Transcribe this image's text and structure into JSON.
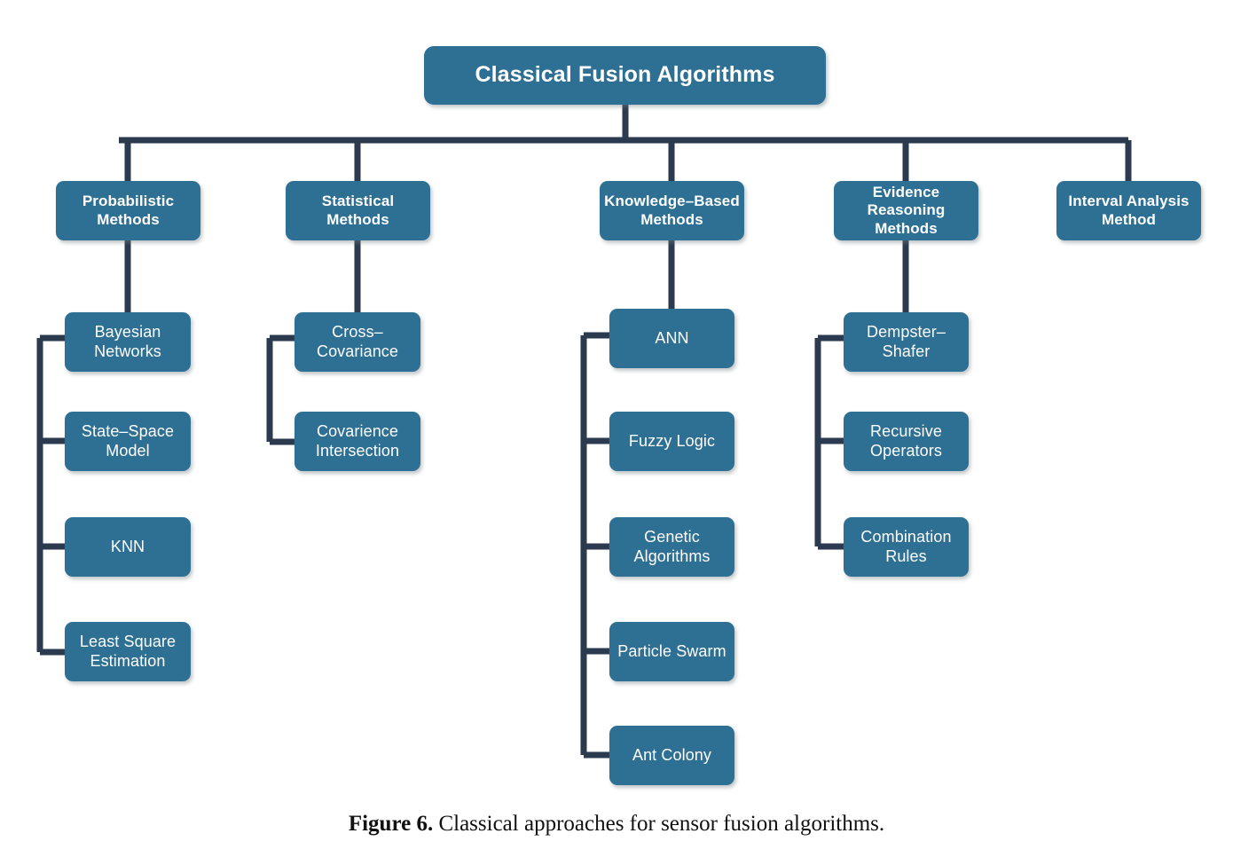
{
  "figure": {
    "caption_label": "Figure 6.",
    "caption_text": " Classical approaches for sensor fusion algorithms.",
    "node_fill_color": "#2e6f94",
    "connector_color": "#2b3a4e",
    "text_color": "#ffffff",
    "background_color": "#ffffff"
  },
  "diagram": {
    "type": "tree",
    "root": {
      "label": "Classical Fusion Algorithms"
    },
    "branches": [
      {
        "label": "Probabilistic\nMethods",
        "children": [
          {
            "label": "Bayesian\nNetworks"
          },
          {
            "label": "State–Space\nModel"
          },
          {
            "label": "KNN"
          },
          {
            "label": "Least Square\nEstimation"
          }
        ]
      },
      {
        "label": "Statistical\nMethods",
        "children": [
          {
            "label": "Cross–\nCovariance"
          },
          {
            "label": "Covarience\nIntersection"
          }
        ]
      },
      {
        "label": "Knowledge–Based\nMethods",
        "children": [
          {
            "label": "ANN"
          },
          {
            "label": "Fuzzy Logic"
          },
          {
            "label": "Genetic\nAlgorithms"
          },
          {
            "label": "Particle Swarm"
          },
          {
            "label": "Ant Colony"
          }
        ]
      },
      {
        "label": "Evidence\nReasoning\nMethods",
        "children": [
          {
            "label": "Dempster–\nShafer"
          },
          {
            "label": "Recursive\nOperators"
          },
          {
            "label": "Combination\nRules"
          }
        ]
      },
      {
        "label": "Interval Analysis\nMethod",
        "children": []
      }
    ]
  }
}
